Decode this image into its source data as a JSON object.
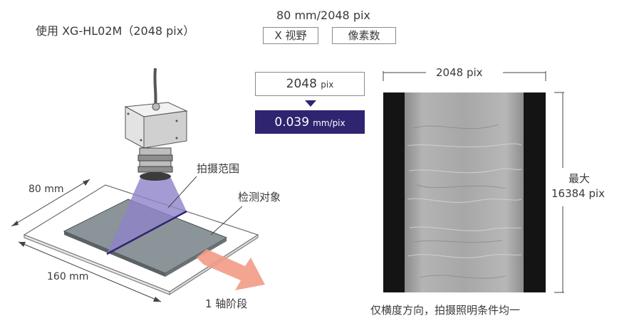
{
  "header": {
    "title": "使用 XG-HL02M（2048 pix）",
    "resolution_ratio": "80 mm/2048 pix",
    "fov_label": "X 视野",
    "pixel_count_label": "像素数"
  },
  "calc": {
    "pix_value": "2048",
    "pix_unit": "pix",
    "result_value": "0.039",
    "result_unit": "mm/pix"
  },
  "diagram": {
    "label_capture_range": "拍摄范围",
    "label_target": "检测对象",
    "label_width": "80 mm",
    "label_length": "160 mm",
    "label_stage": "1 轴阶段"
  },
  "image_panel": {
    "width_label": "2048 pix",
    "height_title": "最大",
    "height_value": "16384 pix",
    "caption": "仅横度方向，拍摄照明条件均一"
  },
  "colors": {
    "accent_dark": "#2f2470",
    "beam": "#8f82c9",
    "arrow": "#f29b86",
    "plate": "#8b9498"
  }
}
